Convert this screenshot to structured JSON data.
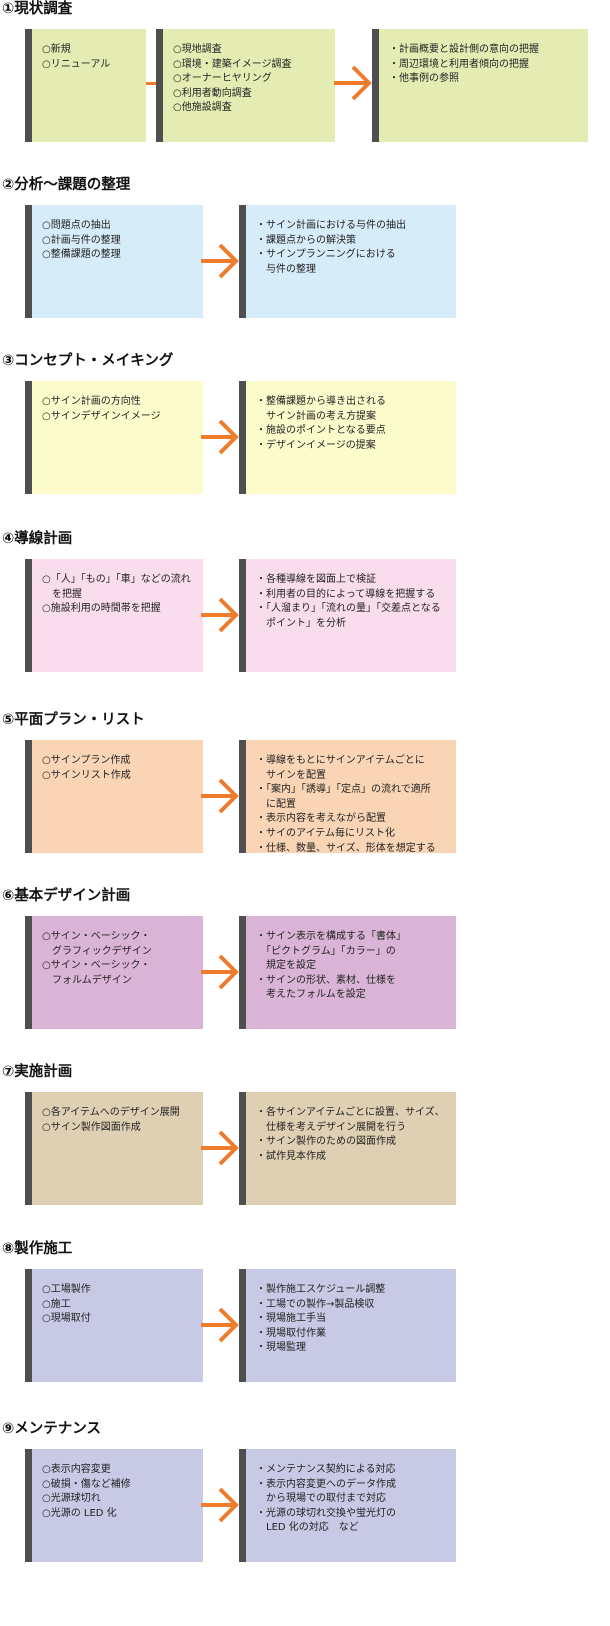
{
  "colors": {
    "accent": "#ee7c2c",
    "box_border": "#4f4f4f",
    "s1": "#e5ecb3",
    "s2": "#d7ecf9",
    "s3": "#fcfbcb",
    "s4": "#fadded",
    "s5": "#f9d5b5",
    "s6": "#dab4d6",
    "s7": "#e0d0b3",
    "s8": "#c8c9e4",
    "s9": "#c8c9e4"
  },
  "sections": [
    {
      "heading": "①現状調査",
      "boxes": [
        [
          "○新規",
          "○リニューアル"
        ],
        [
          "○現地調査",
          "○環境・建築イメージ調査",
          "○オーナーヒヤリング",
          "○利用者動向調査",
          "○他施設調査"
        ],
        [
          "・計画概要と設計側の意向の把握",
          "・周辺環境と利用者傾向の把握",
          "・他事例の参照"
        ]
      ]
    },
    {
      "heading": "②分析～課題の整理",
      "boxes": [
        [
          "○問題点の抽出",
          "○計画与件の整理",
          "○整備課題の整理"
        ],
        [
          "・サイン計画における与件の抽出",
          "・課題点からの解決策",
          "・サインプランニングにおける",
          "　与件の整理"
        ]
      ]
    },
    {
      "heading": "③コンセプト・メイキング",
      "boxes": [
        [
          "○サイン計画の方向性",
          "○サインデザインイメージ"
        ],
        [
          "・整備課題から導き出される",
          "　サイン計画の考え方提案",
          "・施設のポイントとなる要点",
          "・デザインイメージの提案"
        ]
      ]
    },
    {
      "heading": "④導線計画",
      "boxes": [
        [
          "○「人」「もの」「車」などの流れ",
          "　を把握",
          "○施設利用の時間帯を把握"
        ],
        [
          "・各種導線を図面上で検証",
          "・利用者の目的によって導線を把握する",
          "・「人溜まり」「流れの量」「交差点となる",
          "　ポイント」を分析"
        ]
      ]
    },
    {
      "heading": "⑤平面プラン・リスト",
      "boxes": [
        [
          "○サインプラン作成",
          "○サインリスト作成"
        ],
        [
          "・導線をもとにサインアイテムごとに",
          "　サインを配置",
          "・「案内」「誘導」「定点」の流れで適所",
          "　に配置",
          "・表示内容を考えながら配置",
          "・サイのアイテム毎にリスト化",
          "・仕様、数量、サイズ、形体を想定する"
        ]
      ]
    },
    {
      "heading": "⑥基本デザイン計画",
      "boxes": [
        [
          "○サイン・ベーシック・",
          "　グラフィックデザイン",
          "○サイン・ベーシック・",
          "　フォルムデザイン"
        ],
        [
          "・サイン表示を構成する「書体」",
          "　「ピクトグラム」「カラー」の",
          "　規定を設定",
          "・サインの形状、素材、仕様を",
          "　考えたフォルムを設定"
        ]
      ]
    },
    {
      "heading": "⑦実施計画",
      "boxes": [
        [
          "○各アイテムへのデザイン展開",
          "○サイン製作図面作成"
        ],
        [
          "・各サインアイテムごとに設置、サイズ、",
          "　仕様を考えデザイン展開を行う",
          "・サイン製作のための図面作成",
          "・試作見本作成"
        ]
      ]
    },
    {
      "heading": "⑧製作施工",
      "boxes": [
        [
          "○工場製作",
          "○施工",
          "○現場取付"
        ],
        [
          "・製作施工スケジュール調整",
          "・工場での製作→製品検収",
          "・現場施工手当",
          "・現場取付作業",
          "・現場監理"
        ]
      ]
    },
    {
      "heading": "⑨メンテナンス",
      "boxes": [
        [
          "○表示内容変更",
          "○破損・傷など補修",
          "○光源球切れ",
          "○光源の LED 化"
        ],
        [
          "・メンテナンス契約による対応",
          "・表示内容変更へのデータ作成",
          "　から現場での取付まで対応",
          "・光源の球切れ交換や蛍光灯の",
          "　LED 化の対応　など"
        ]
      ]
    }
  ]
}
